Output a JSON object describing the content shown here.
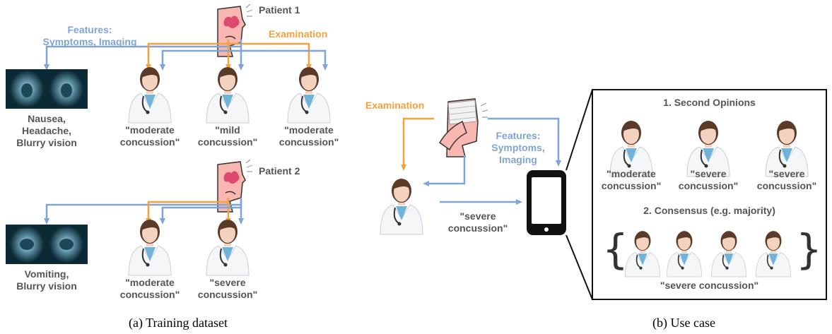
{
  "colors": {
    "examination_arrow": "#f7a03c",
    "feature_arrow": "#7fa4d6",
    "text": "#555555",
    "doctor_coat": "#f4f6f8",
    "scan_bg": "#0b2a35",
    "patient_skin": "#f8b7b0",
    "brain": "#e0496f"
  },
  "icons": [
    "patient-head-icon",
    "doctor-icon",
    "brain-scan-icon",
    "tablet-icon",
    "bandaged-patient-icon"
  ],
  "panel_a": {
    "patient1_label": "Patient 1",
    "patient2_label": "Patient 2",
    "features_line1": "Features:",
    "features_line2": "Symptoms, Imaging",
    "examination_label": "Examination",
    "symptoms1": [
      "Nausea,",
      "Headache,",
      "Blurry vision"
    ],
    "symptoms2": [
      "Vomiting,",
      "Blurry vision"
    ],
    "row1_diagnoses": [
      [
        "\"moderate",
        "concussion\""
      ],
      [
        "\"mild",
        "concussion\""
      ],
      [
        "\"moderate",
        "concussion\""
      ]
    ],
    "row2_diagnoses": [
      [
        "\"moderate",
        "concussion\""
      ],
      [
        "\"severe",
        "concussion\""
      ]
    ],
    "caption": "(a) Training dataset"
  },
  "panel_b": {
    "examination_label": "Examination",
    "features_lines": [
      "Features:",
      "Symptoms,",
      "Imaging"
    ],
    "doctor_diagnosis": [
      "\"severe",
      "concussion\""
    ],
    "second_opinions_title": "1. Second Opinions",
    "second_opinions": [
      [
        "\"moderate",
        "concussion\""
      ],
      [
        "\"severe",
        "concussion\""
      ],
      [
        "\"severe",
        "concussion\""
      ]
    ],
    "consensus_title": "2. Consensus (e.g. majority)",
    "consensus_result": "\"severe concussion\"",
    "brace_open": "{",
    "brace_close": "}",
    "caption": "(b) Use case"
  }
}
